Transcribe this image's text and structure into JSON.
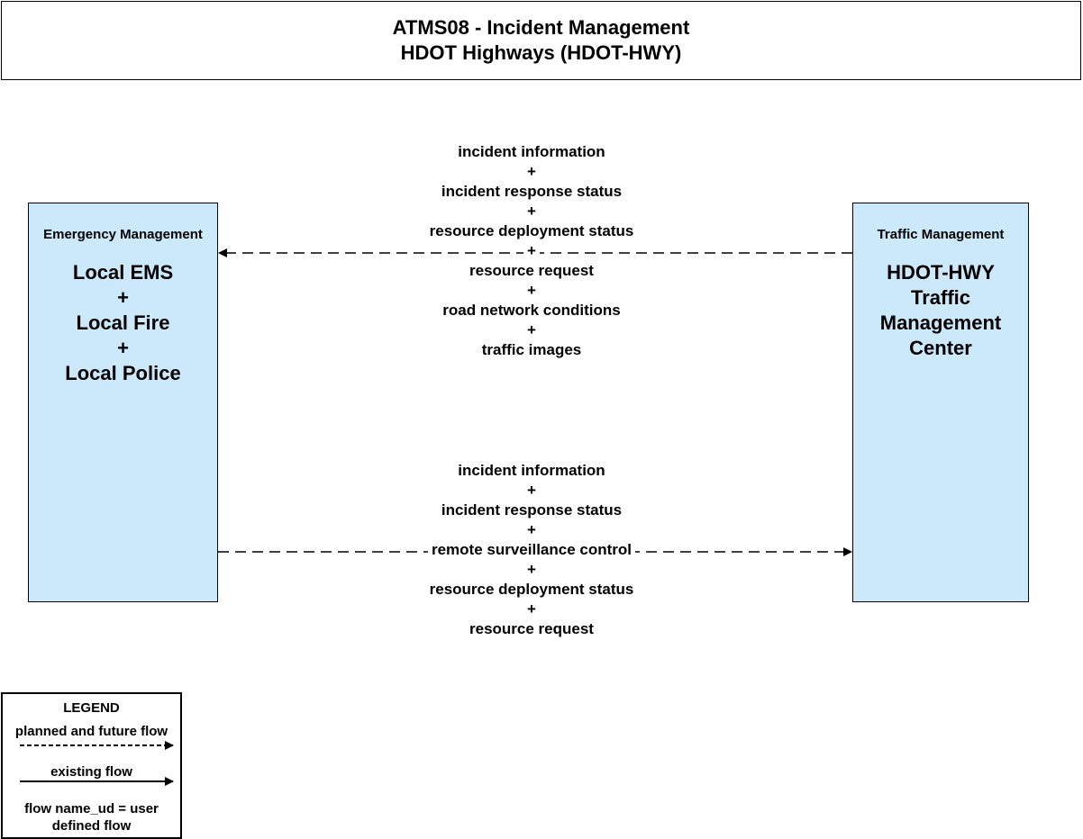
{
  "title": {
    "line1": "ATMS08 - Incident Management",
    "line2": "HDOT Highways (HDOT-HWY)"
  },
  "nodes": {
    "left": {
      "category": "Emergency Management",
      "entities": [
        "Local EMS",
        "+",
        "Local Fire",
        "+",
        "Local Police"
      ]
    },
    "right": {
      "category": "Traffic Management",
      "entities": [
        "HDOT-HWY",
        "Traffic",
        "Management",
        "Center"
      ]
    }
  },
  "flows": {
    "to_emergency": {
      "type": "planned and future flow",
      "labels": [
        "incident information",
        "+",
        "incident response status",
        "+",
        "resource deployment status",
        "+",
        "resource request",
        "+",
        "road network conditions",
        "+",
        "traffic images"
      ]
    },
    "to_traffic": {
      "type": "planned and future flow",
      "labels": [
        "incident information",
        "+",
        "incident response status",
        "+",
        "remote surveillance control",
        "+",
        "resource deployment status",
        "+",
        "resource request"
      ]
    }
  },
  "legend": {
    "title": "LEGEND",
    "planned": "planned and future flow",
    "existing": "existing flow",
    "note_line1": "flow name_ud = user",
    "note_line2": "defined flow"
  },
  "colors": {
    "node_fill": "#cce9fb",
    "line": "#000000"
  }
}
